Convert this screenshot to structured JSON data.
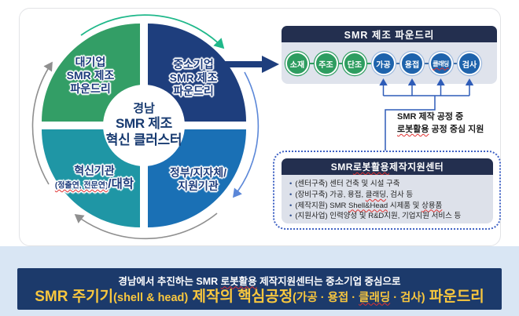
{
  "cluster": {
    "center": {
      "l1": "경남",
      "l2": "SMR 제조",
      "l3": "혁신 클러스터"
    },
    "quad_tl": {
      "l1": "대기업",
      "l2": "SMR 제조",
      "l3": "파운드리"
    },
    "quad_tr": {
      "l1": "중소기업",
      "l2": "SMR 제조",
      "l3": "파운드리"
    },
    "quad_bl": {
      "l1": "혁신기관",
      "l2": [
        {
          "t": "(정출연, 전문연)",
          "c": "sm wavy"
        },
        {
          "t": "/대학",
          "c": "lg2"
        }
      ]
    },
    "quad_br": {
      "l1": "정부/지자체/",
      "l2": "지원기관"
    }
  },
  "foundry": {
    "title": "SMR 제조 파운드리",
    "steps": [
      {
        "label": "소재",
        "type": "green"
      },
      {
        "label": "주조",
        "type": "green"
      },
      {
        "label": "단조",
        "type": "green"
      },
      {
        "label": "가공",
        "type": "blue"
      },
      {
        "label": "용접",
        "type": "blue"
      },
      {
        "label": [
          {
            "t": "클래딩",
            "c": "wavy"
          }
        ],
        "type": "blue"
      },
      {
        "label": "검사",
        "type": "blue"
      }
    ]
  },
  "note": {
    "l1": "SMR 제작 공정 중",
    "l2": [
      {
        "t": "로봇활용",
        "c": "wavy"
      },
      {
        "t": " 공정 중심 지원"
      }
    ]
  },
  "support": {
    "title": [
      {
        "t": "SMR "
      },
      {
        "t": "로봇활용",
        "c": "wavy"
      },
      {
        "t": " 제작지원센터"
      }
    ],
    "bullets": [
      [
        {
          "t": "(센터구축) 센터 건축 및 시설 구축"
        }
      ],
      [
        {
          "t": "(장비구축) 가공, 용접, "
        },
        {
          "t": "클래딩",
          "c": "wavy"
        },
        {
          "t": ", 검사 등"
        }
      ],
      [
        {
          "t": "(제작지원) SMR "
        },
        {
          "t": "Shell&Head",
          "c": "wavy"
        },
        {
          "t": " 시제품 및 "
        },
        {
          "t": "상용품",
          "c": "wavy"
        }
      ],
      [
        {
          "t": "(지원사업) 인력양성 및 R&D지원, 기업지원 서비스 등"
        }
      ]
    ]
  },
  "banner": {
    "l1": [
      {
        "t": "경남에서 추진하는 SMR "
      },
      {
        "t": "로봇활용",
        "c": "wavy"
      },
      {
        "t": " 제작지원센터는 중소기업 중심으로"
      }
    ],
    "l2": [
      {
        "t": "SMR 주기기",
        "c": "lg"
      },
      {
        "t": "(shell & head)",
        "c": "sm"
      },
      {
        "t": " 제작의 핵심공정",
        "c": "lg"
      },
      {
        "t": "(가공 · 용접 · ",
        "c": "sm"
      },
      {
        "t": "클래딩",
        "c": "sm wavy"
      },
      {
        "t": " · 검사)",
        "c": "sm"
      },
      {
        "t": " 파운드리",
        "c": "lg"
      }
    ]
  },
  "colors": {
    "quad_green": "#339e66",
    "quad_navy": "#1e3e7d",
    "quad_teal": "#1f96a5",
    "quad_blue": "#1a70b5",
    "header_navy": "#232f4f",
    "banner_navy": "#1c3a6b",
    "banner_gold": "#f9c73e",
    "band_blue": "#d9e6f4",
    "connector_blue": "#2e5cb8",
    "arrow_green": "#1fb88a",
    "arrow_blue": "#5b87d8",
    "arrow_gray": "#8f8f8f",
    "spellcheck_red": "#e03131"
  }
}
